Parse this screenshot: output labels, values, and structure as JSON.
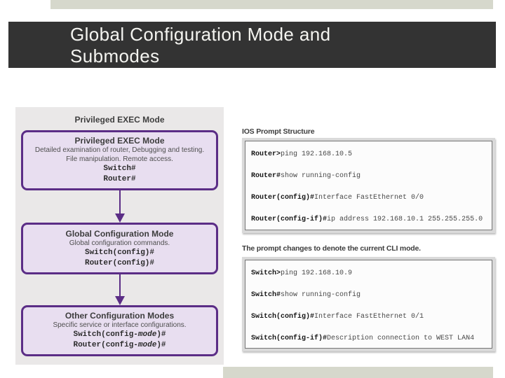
{
  "title": {
    "line1": "Global Configuration Mode and",
    "line2": "Submodes"
  },
  "flow": {
    "heading": "Privileged EXEC Mode",
    "box1": {
      "title": "Privileged EXEC Mode",
      "desc1": "Detailed examination of router, Debugging and testing.",
      "desc2": "File manipulation. Remote access.",
      "code1": "Switch#",
      "code2": "Router#"
    },
    "box2": {
      "title": "Global Configuration Mode",
      "desc1": "Global configuration commands.",
      "code1": "Switch(config)#",
      "code2": "Router(config)#"
    },
    "box3": {
      "title": "Other Configuration Modes",
      "desc1": "Specific service or interface configurations.",
      "code1_pre": "Switch(config-",
      "code1_italic": "mode",
      "code1_post": ")#",
      "code2_pre": "Router(config-",
      "code2_italic": "mode",
      "code2_post": ")#"
    }
  },
  "console": {
    "heading1": "IOS Prompt Structure",
    "heading2": "The prompt changes to denote the current CLI mode.",
    "terminal1": {
      "lines": [
        {
          "prompt": "Router>",
          "command": "ping 192.168.10.5"
        },
        {
          "prompt": "Router#",
          "command": "show running-config"
        },
        {
          "prompt": "Router(config)#",
          "command": "Interface FastEthernet 0/0"
        },
        {
          "prompt": "Router(config-if)#",
          "command": "ip address 192.168.10.1 255.255.255.0"
        }
      ]
    },
    "terminal2": {
      "lines": [
        {
          "prompt": "Switch>",
          "command": "ping 192.168.10.9"
        },
        {
          "prompt": "Switch#",
          "command": "show running-config"
        },
        {
          "prompt": "Switch(config)#",
          "command": "Interface FastEthernet 0/1"
        },
        {
          "prompt": "Switch(config-if)#",
          "command": "Description connection to WEST LAN4"
        }
      ]
    }
  },
  "colors": {
    "accent_purple": "#5b2d86",
    "flow_box_fill": "#e8def0",
    "panel_background": "#eae8e8",
    "title_bar_background": "#333333",
    "accent_band": "#d6d8cc"
  }
}
